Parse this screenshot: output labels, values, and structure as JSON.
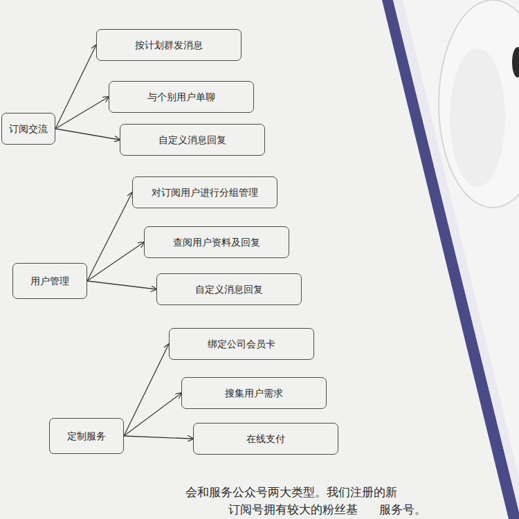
{
  "diagram": {
    "nodes": [
      {
        "text": [
          "订阅交流"
        ]
      },
      {
        "text": [
          "按计划群发消息"
        ]
      },
      {
        "text": [
          "与个别用户单聊"
        ]
      },
      {
        "text": [
          "自定义消息回复"
        ]
      },
      {
        "text": [
          "用户管理"
        ]
      },
      {
        "text": [
          "对订阅用户进行分组管理"
        ]
      },
      {
        "text": [
          "查阅用户资料及回复"
        ]
      },
      {
        "text": [
          "自定义消息回复"
        ]
      },
      {
        "text": [
          "定制服务"
        ]
      },
      {
        "text": [
          "绑定公司会员卡"
        ]
      },
      {
        "text": [
          "搜集用户需求"
        ]
      },
      {
        "text": [
          "在线支付"
        ]
      }
    ],
    "edges": [
      {
        "from": 0,
        "to": 1,
        "arrow": "to"
      },
      {
        "from": 0,
        "to": 2,
        "arrow": "to"
      },
      {
        "from": 0,
        "to": 3,
        "arrow": "to"
      },
      {
        "from": 4,
        "to": 5,
        "arrow": "to"
      },
      {
        "from": 4,
        "to": 6,
        "arrow": "to"
      },
      {
        "from": 4,
        "to": 7,
        "arrow": "to"
      },
      {
        "from": 8,
        "to": 9,
        "arrow": "to"
      },
      {
        "from": 8,
        "to": 10,
        "arrow": "to"
      },
      {
        "from": 8,
        "to": 11,
        "arrow": "to"
      }
    ],
    "labels": [
      "会和服务公众号两大类型。我们注册的新",
      "订阅号拥有较大的粉丝基",
      "服务号。"
    ]
  }
}
